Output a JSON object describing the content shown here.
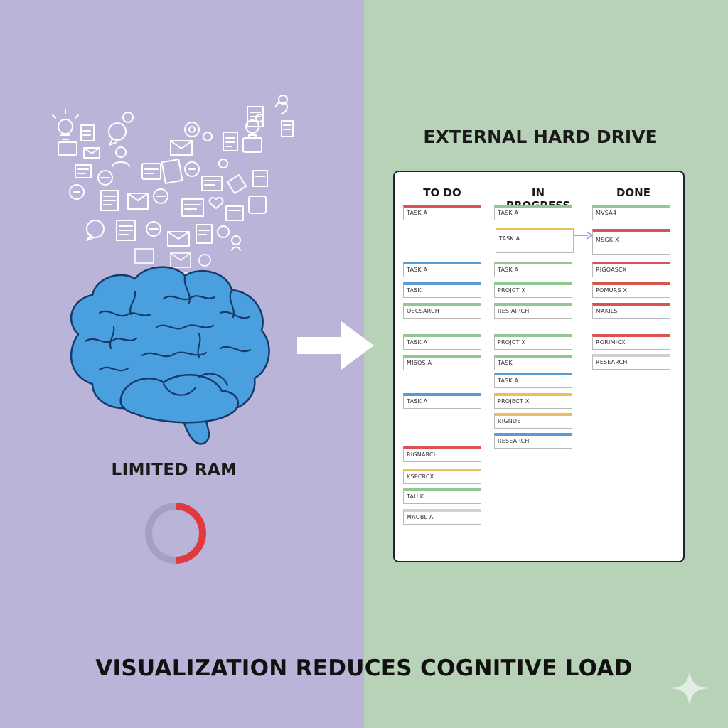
{
  "left_panel": {
    "label": "LIMITED RAM",
    "background": "#b9b4d8",
    "icons": "scattered-thought-icons",
    "ram_gauge": {
      "used_fraction": 0.5,
      "used_color": "#e03a3e",
      "free_color": "#a39fc7"
    }
  },
  "right_panel": {
    "label": "EXTERNAL HARD DRIVE",
    "background": "#b8d2b8",
    "board": {
      "columns": [
        {
          "title": "TO DO",
          "cards": [
            {
              "label": "TASK A",
              "color": "#d9534f"
            },
            {
              "label": "TASK A",
              "color": "#5b9bd5"
            },
            {
              "label": "TASK",
              "color": "#5b9bd5"
            },
            {
              "label": "OSCSARCH",
              "color": "#8fc98f"
            },
            {
              "label": "TASK A",
              "color": "#8fc98f"
            },
            {
              "label": "MI6OS A",
              "color": "#8fc98f"
            },
            {
              "label": "TASK A",
              "color": "#5b9bd5"
            },
            {
              "label": "RIGNARCH",
              "color": "#d9534f"
            },
            {
              "label": "KSPCRCX",
              "color": "#e8c15a"
            },
            {
              "label": "TAUIK",
              "color": "#8fc98f"
            },
            {
              "label": "MAUBL A",
              "color": "#cfcfcf"
            }
          ]
        },
        {
          "title": "IN PROGRESS",
          "cards": [
            {
              "label": "TASK A",
              "color": "#8fc98f"
            },
            {
              "label": "TASK A",
              "color": "#e8c15a"
            },
            {
              "label": "TASK A",
              "color": "#8fc98f"
            },
            {
              "label": "PROJCT X",
              "color": "#8fc98f"
            },
            {
              "label": "RESIAIRCH",
              "color": "#8fc98f"
            },
            {
              "label": "PROJCT X",
              "color": "#8fc98f"
            },
            {
              "label": "TASK",
              "color": "#8fc98f"
            },
            {
              "label": "TASK A",
              "color": "#5b9bd5"
            },
            {
              "label": "PROJECT X",
              "color": "#e8c15a"
            },
            {
              "label": "RIGNDE",
              "color": "#e8c15a"
            },
            {
              "label": "RESEARCH",
              "color": "#5b9bd5"
            }
          ]
        },
        {
          "title": "DONE",
          "cards": [
            {
              "label": "MVSA4",
              "color": "#8fc98f"
            },
            {
              "label": "MSGK X",
              "color": "#d9534f"
            },
            {
              "label": "RIGOASCX",
              "color": "#d9534f"
            },
            {
              "label": "POMURS X",
              "color": "#d9534f"
            },
            {
              "label": "MAKILS",
              "color": "#d9534f"
            },
            {
              "label": "RORIMICX",
              "color": "#d9534f"
            },
            {
              "label": "RESEARCH",
              "color": "#cfcfcf"
            }
          ]
        }
      ]
    }
  },
  "caption": "VISUALIZATION REDUCES COGNITIVE LOAD",
  "colors": {
    "brain": "#4a9fdf",
    "brain_outline": "#163a6b",
    "arrow": "#ffffff",
    "move_arrow": "#9fa3d6"
  }
}
